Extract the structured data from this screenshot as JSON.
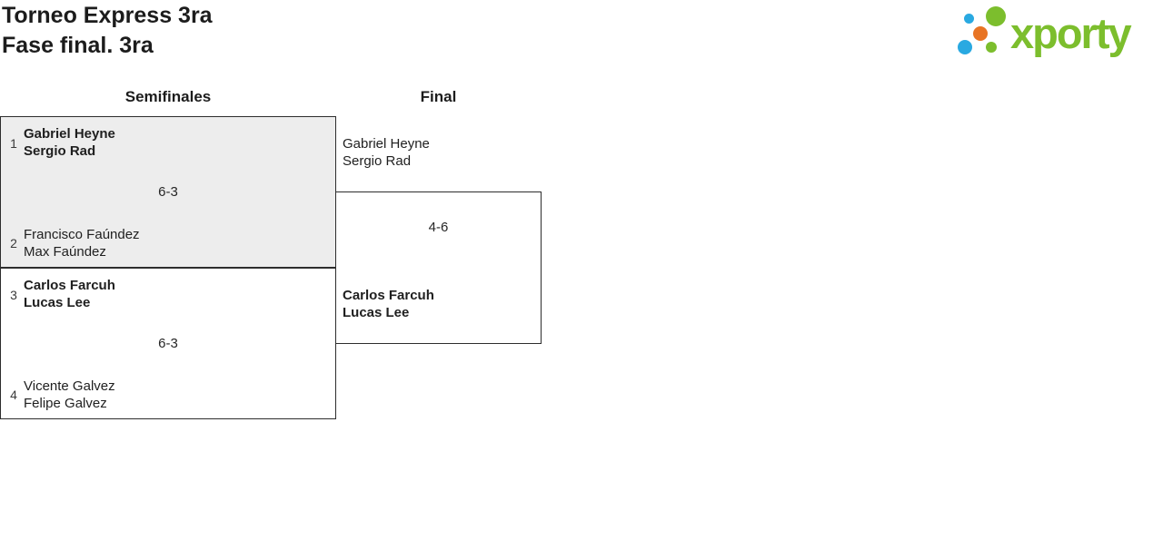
{
  "header": {
    "title": "Torneo Express 3ra",
    "subtitle": "Fase final. 3ra"
  },
  "logo": {
    "wordmark": "xporty",
    "brand_colors": {
      "green": "#7cbe2d",
      "blue": "#29a9e1",
      "orange": "#e87424"
    }
  },
  "bracket": {
    "rounds": [
      {
        "label": "Semifinales"
      },
      {
        "label": "Final"
      }
    ],
    "matches": {
      "sf1": {
        "score": "6-3",
        "team1": {
          "seed": "1",
          "players": [
            "Gabriel Heyne",
            "Sergio Rad"
          ],
          "winner": true
        },
        "team2": {
          "seed": "2",
          "players": [
            "Francisco Faúndez",
            "Max Faúndez"
          ],
          "winner": false
        }
      },
      "sf2": {
        "score": "6-3",
        "team1": {
          "seed": "3",
          "players": [
            "Carlos Farcuh",
            "Lucas Lee"
          ],
          "winner": true
        },
        "team2": {
          "seed": "4",
          "players": [
            "Vicente Galvez",
            "Felipe Galvez"
          ],
          "winner": false
        }
      },
      "final": {
        "score": "4-6",
        "team1": {
          "players": [
            "Gabriel Heyne",
            "Sergio Rad"
          ],
          "winner": false
        },
        "team2": {
          "players": [
            "Carlos Farcuh",
            "Lucas Lee"
          ],
          "winner": true
        }
      }
    }
  },
  "colors": {
    "match_alt_background": "#ededed",
    "border": "#2d2d2d",
    "text": "#1f1f1f"
  }
}
